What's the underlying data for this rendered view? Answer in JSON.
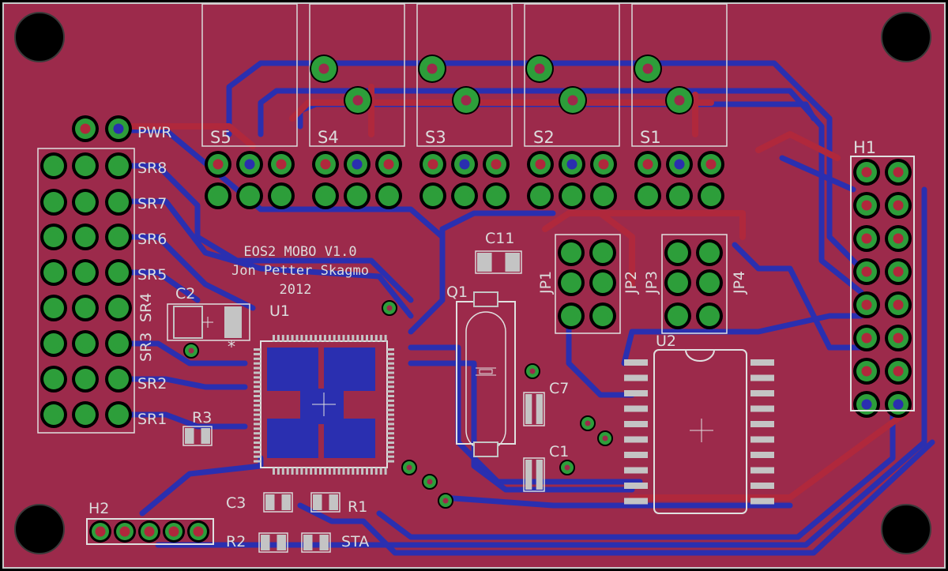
{
  "board": {
    "silkscreen_lines": [
      "EOS2 MOBO V1.0",
      "Jon Petter Skagmo",
      "2012"
    ]
  },
  "labels": {
    "pwr": "PWR",
    "sr8": "SR8",
    "sr7": "SR7",
    "sr6": "SR6",
    "sr5": "SR5",
    "sr4": "SR4",
    "sr3": "SR3",
    "sr2": "SR2",
    "sr1": "SR1",
    "s5": "S5",
    "s4": "S4",
    "s3": "S3",
    "s2": "S2",
    "s1": "S1",
    "h1": "H1",
    "h2": "H2",
    "c1": "C1",
    "c2": "C2",
    "c3": "C3",
    "c7": "C7",
    "c11": "C11",
    "r1": "R1",
    "r2": "R2",
    "r3": "R3",
    "u1": "U1",
    "u2": "U2",
    "q1": "Q1",
    "sta": "STA",
    "jp1": "JP1",
    "jp2": "JP2",
    "jp3": "JP3",
    "jp4": "JP4",
    "polarity_star": "*"
  },
  "colors": {
    "board": "#9c2a4b",
    "copper_bottom": "#2a2fb0",
    "copper_top": "#b0283c",
    "pad": "#2d9e3a",
    "silk": "#d9d9d9",
    "smd": "#c4c4c4"
  }
}
